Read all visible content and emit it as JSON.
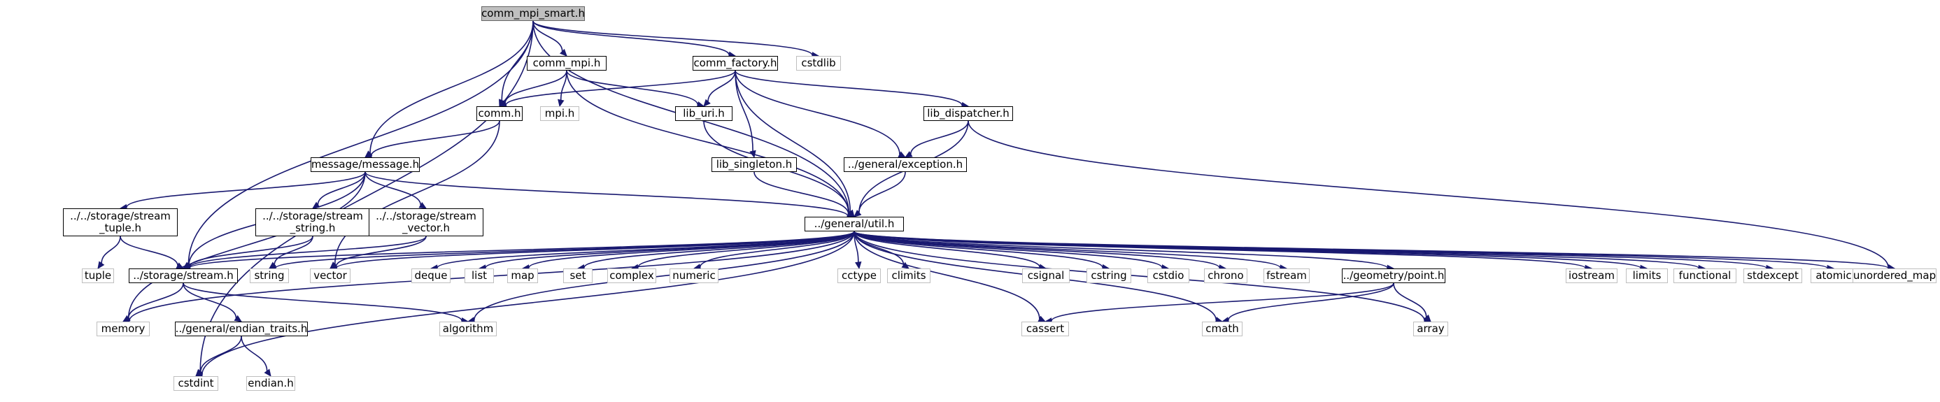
{
  "graph": {
    "edge_color": "#191970",
    "root_fill": "#bfbfbf",
    "external_border": "#bfbfbf",
    "nodes": [
      {
        "id": "comm_mpi_smart",
        "label": "comm_mpi_smart.h",
        "kind": "root"
      },
      {
        "id": "comm_mpi",
        "label": "comm_mpi.h",
        "kind": "local"
      },
      {
        "id": "comm_factory",
        "label": "comm_factory.h",
        "kind": "local"
      },
      {
        "id": "cstdlib",
        "label": "cstdlib",
        "kind": "external"
      },
      {
        "id": "comm",
        "label": "comm.h",
        "kind": "local"
      },
      {
        "id": "mpi",
        "label": "mpi.h",
        "kind": "external"
      },
      {
        "id": "lib_uri",
        "label": "lib_uri.h",
        "kind": "local"
      },
      {
        "id": "lib_dispatcher",
        "label": "lib_dispatcher.h",
        "kind": "local"
      },
      {
        "id": "message",
        "label": "message/message.h",
        "kind": "local"
      },
      {
        "id": "lib_singleton",
        "label": "lib_singleton.h",
        "kind": "local"
      },
      {
        "id": "exception",
        "label": "../general/exception.h",
        "kind": "local"
      },
      {
        "id": "stream_tuple",
        "label": "../../storage/stream\n_tuple.h",
        "kind": "local"
      },
      {
        "id": "stream_string",
        "label": "../../storage/stream\n_string.h",
        "kind": "local"
      },
      {
        "id": "stream_vector",
        "label": "../../storage/stream\n_vector.h",
        "kind": "local"
      },
      {
        "id": "util",
        "label": "../general/util.h",
        "kind": "local"
      },
      {
        "id": "tuple",
        "label": "tuple",
        "kind": "external"
      },
      {
        "id": "stream",
        "label": "../storage/stream.h",
        "kind": "local"
      },
      {
        "id": "string",
        "label": "string",
        "kind": "external"
      },
      {
        "id": "vector",
        "label": "vector",
        "kind": "external"
      },
      {
        "id": "deque",
        "label": "deque",
        "kind": "external"
      },
      {
        "id": "list",
        "label": "list",
        "kind": "external"
      },
      {
        "id": "map",
        "label": "map",
        "kind": "external"
      },
      {
        "id": "set",
        "label": "set",
        "kind": "external"
      },
      {
        "id": "complex",
        "label": "complex",
        "kind": "external"
      },
      {
        "id": "numeric",
        "label": "numeric",
        "kind": "external"
      },
      {
        "id": "cctype",
        "label": "cctype",
        "kind": "external"
      },
      {
        "id": "climits",
        "label": "climits",
        "kind": "external"
      },
      {
        "id": "csignal",
        "label": "csignal",
        "kind": "external"
      },
      {
        "id": "cstring",
        "label": "cstring",
        "kind": "external"
      },
      {
        "id": "cstdio",
        "label": "cstdio",
        "kind": "external"
      },
      {
        "id": "chrono",
        "label": "chrono",
        "kind": "external"
      },
      {
        "id": "fstream",
        "label": "fstream",
        "kind": "external"
      },
      {
        "id": "point",
        "label": "../geometry/point.h",
        "kind": "local"
      },
      {
        "id": "iostream",
        "label": "iostream",
        "kind": "external"
      },
      {
        "id": "limits",
        "label": "limits",
        "kind": "external"
      },
      {
        "id": "functional",
        "label": "functional",
        "kind": "external"
      },
      {
        "id": "stdexcept",
        "label": "stdexcept",
        "kind": "external"
      },
      {
        "id": "atomic",
        "label": "atomic",
        "kind": "external"
      },
      {
        "id": "unordered_map",
        "label": "unordered_map",
        "kind": "external"
      },
      {
        "id": "memory",
        "label": "memory",
        "kind": "external"
      },
      {
        "id": "endian_traits",
        "label": "../general/endian_traits.h",
        "kind": "local"
      },
      {
        "id": "algorithm",
        "label": "algorithm",
        "kind": "external"
      },
      {
        "id": "cassert",
        "label": "cassert",
        "kind": "external"
      },
      {
        "id": "cmath",
        "label": "cmath",
        "kind": "external"
      },
      {
        "id": "array",
        "label": "array",
        "kind": "external"
      },
      {
        "id": "cstdint",
        "label": "cstdint",
        "kind": "external"
      },
      {
        "id": "endian",
        "label": "endian.h",
        "kind": "external"
      }
    ],
    "edges": [
      [
        "comm_mpi_smart",
        "cstdint"
      ],
      [
        "comm_mpi_smart",
        "stream"
      ],
      [
        "comm_mpi_smart",
        "message"
      ],
      [
        "comm_mpi_smart",
        "comm"
      ],
      [
        "comm_mpi_smart",
        "comm_mpi"
      ],
      [
        "comm_mpi_smart",
        "util"
      ],
      [
        "comm_mpi_smart",
        "comm_factory"
      ],
      [
        "comm_mpi_smart",
        "cstdlib"
      ],
      [
        "comm_mpi",
        "comm"
      ],
      [
        "comm_mpi",
        "mpi"
      ],
      [
        "comm_mpi",
        "lib_uri"
      ],
      [
        "comm_mpi",
        "util"
      ],
      [
        "comm_factory",
        "comm"
      ],
      [
        "comm_factory",
        "lib_uri"
      ],
      [
        "comm_factory",
        "lib_singleton"
      ],
      [
        "comm_factory",
        "util"
      ],
      [
        "comm_factory",
        "exception"
      ],
      [
        "comm_factory",
        "lib_dispatcher"
      ],
      [
        "comm",
        "message"
      ],
      [
        "comm",
        "vector"
      ],
      [
        "lib_uri",
        "util"
      ],
      [
        "lib_dispatcher",
        "exception"
      ],
      [
        "lib_dispatcher",
        "util"
      ],
      [
        "lib_dispatcher",
        "unordered_map"
      ],
      [
        "lib_singleton",
        "util"
      ],
      [
        "exception",
        "util"
      ],
      [
        "message",
        "memory"
      ],
      [
        "message",
        "stream_tuple"
      ],
      [
        "message",
        "stream"
      ],
      [
        "message",
        "stream_string"
      ],
      [
        "message",
        "stream_vector"
      ],
      [
        "message",
        "util"
      ],
      [
        "stream_tuple",
        "tuple"
      ],
      [
        "stream_tuple",
        "stream"
      ],
      [
        "stream_string",
        "stream"
      ],
      [
        "stream_string",
        "string"
      ],
      [
        "stream_vector",
        "stream"
      ],
      [
        "stream_vector",
        "vector"
      ],
      [
        "util",
        "stream"
      ],
      [
        "util",
        "string"
      ],
      [
        "util",
        "vector"
      ],
      [
        "util",
        "memory"
      ],
      [
        "util",
        "deque"
      ],
      [
        "util",
        "list"
      ],
      [
        "util",
        "map"
      ],
      [
        "util",
        "set"
      ],
      [
        "util",
        "complex"
      ],
      [
        "util",
        "numeric"
      ],
      [
        "util",
        "cctype"
      ],
      [
        "util",
        "climits"
      ],
      [
        "util",
        "csignal"
      ],
      [
        "util",
        "cstring"
      ],
      [
        "util",
        "cstdio"
      ],
      [
        "util",
        "chrono"
      ],
      [
        "util",
        "fstream"
      ],
      [
        "util",
        "point"
      ],
      [
        "util",
        "iostream"
      ],
      [
        "util",
        "limits"
      ],
      [
        "util",
        "functional"
      ],
      [
        "util",
        "stdexcept"
      ],
      [
        "util",
        "atomic"
      ],
      [
        "util",
        "unordered_map"
      ],
      [
        "util",
        "algorithm"
      ],
      [
        "util",
        "cassert"
      ],
      [
        "util",
        "cmath"
      ],
      [
        "util",
        "array"
      ],
      [
        "util",
        "cstdint"
      ],
      [
        "stream",
        "memory"
      ],
      [
        "stream",
        "endian_traits"
      ],
      [
        "stream",
        "algorithm"
      ],
      [
        "point",
        "cassert"
      ],
      [
        "point",
        "cmath"
      ],
      [
        "point",
        "array"
      ],
      [
        "endian_traits",
        "cstdint"
      ],
      [
        "endian_traits",
        "endian"
      ]
    ]
  }
}
